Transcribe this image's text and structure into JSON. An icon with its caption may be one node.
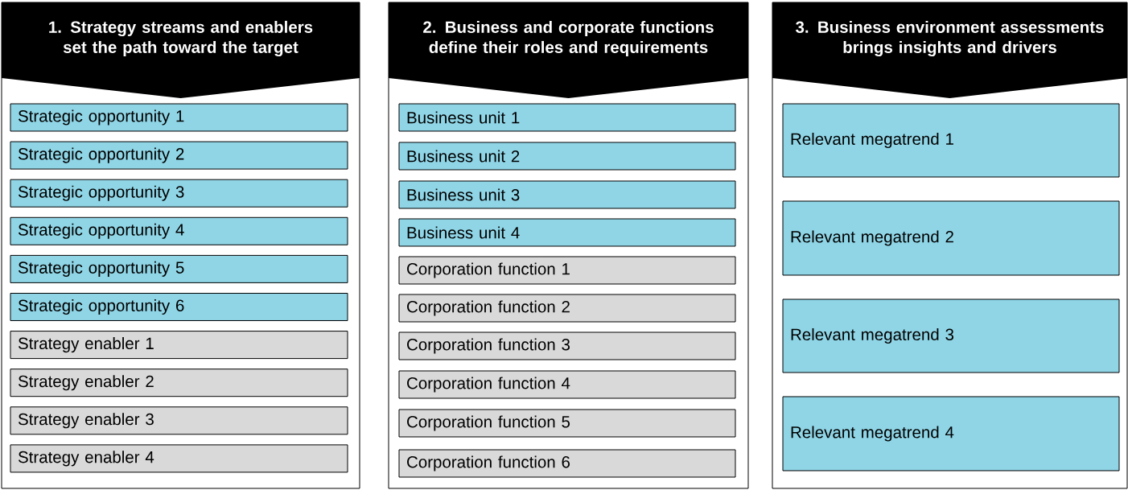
{
  "diagram": {
    "nodes": [
      {
        "text": [
          "1. Strategy streams and enablers set the path toward the target"
        ]
      },
      {
        "text": [
          "Strategic opportunity 1"
        ],
        "in": 0
      },
      {
        "text": [
          "Strategic opportunity 2"
        ],
        "in": 0
      },
      {
        "text": [
          "Strategic opportunity 3"
        ],
        "in": 0
      },
      {
        "text": [
          "Strategic opportunity 4"
        ],
        "in": 0
      },
      {
        "text": [
          "Strategic opportunity 5"
        ],
        "in": 0
      },
      {
        "text": [
          "Strategic opportunity 6"
        ],
        "in": 0
      },
      {
        "text": [
          "Strategy enabler 1"
        ],
        "in": 0
      },
      {
        "text": [
          "Strategy enabler 2"
        ],
        "in": 0
      },
      {
        "text": [
          "Strategy enabler 3"
        ],
        "in": 0
      },
      {
        "text": [
          "Strategy enabler 4"
        ],
        "in": 0
      },
      {
        "text": [
          "2. Business and corporate functions define their roles and requirements"
        ]
      },
      {
        "text": [
          "Business unit 1"
        ],
        "in": 11
      },
      {
        "text": [
          "Business unit 2"
        ],
        "in": 11
      },
      {
        "text": [
          "Business unit 3"
        ],
        "in": 11
      },
      {
        "text": [
          "Business unit 4"
        ],
        "in": 11
      },
      {
        "text": [
          "Corporation function 1"
        ],
        "in": 11
      },
      {
        "text": [
          "Corporation function 2"
        ],
        "in": 11
      },
      {
        "text": [
          "Corporation function 3"
        ],
        "in": 11
      },
      {
        "text": [
          "Corporation function 4"
        ],
        "in": 11
      },
      {
        "text": [
          "Corporation function 5"
        ],
        "in": 11
      },
      {
        "text": [
          "Corporation function 6"
        ],
        "in": 11
      },
      {
        "text": [
          "3. Business environment assessments brings insights and drivers"
        ]
      },
      {
        "text": [
          "Relevant megatrend 1"
        ],
        "in": 22
      },
      {
        "text": [
          "Relevant megatrend 2"
        ],
        "in": 22
      },
      {
        "text": [
          "Relevant megatrend 3"
        ],
        "in": 22
      },
      {
        "text": [
          "Relevant megatrend 4"
        ],
        "in": 22
      }
    ]
  }
}
